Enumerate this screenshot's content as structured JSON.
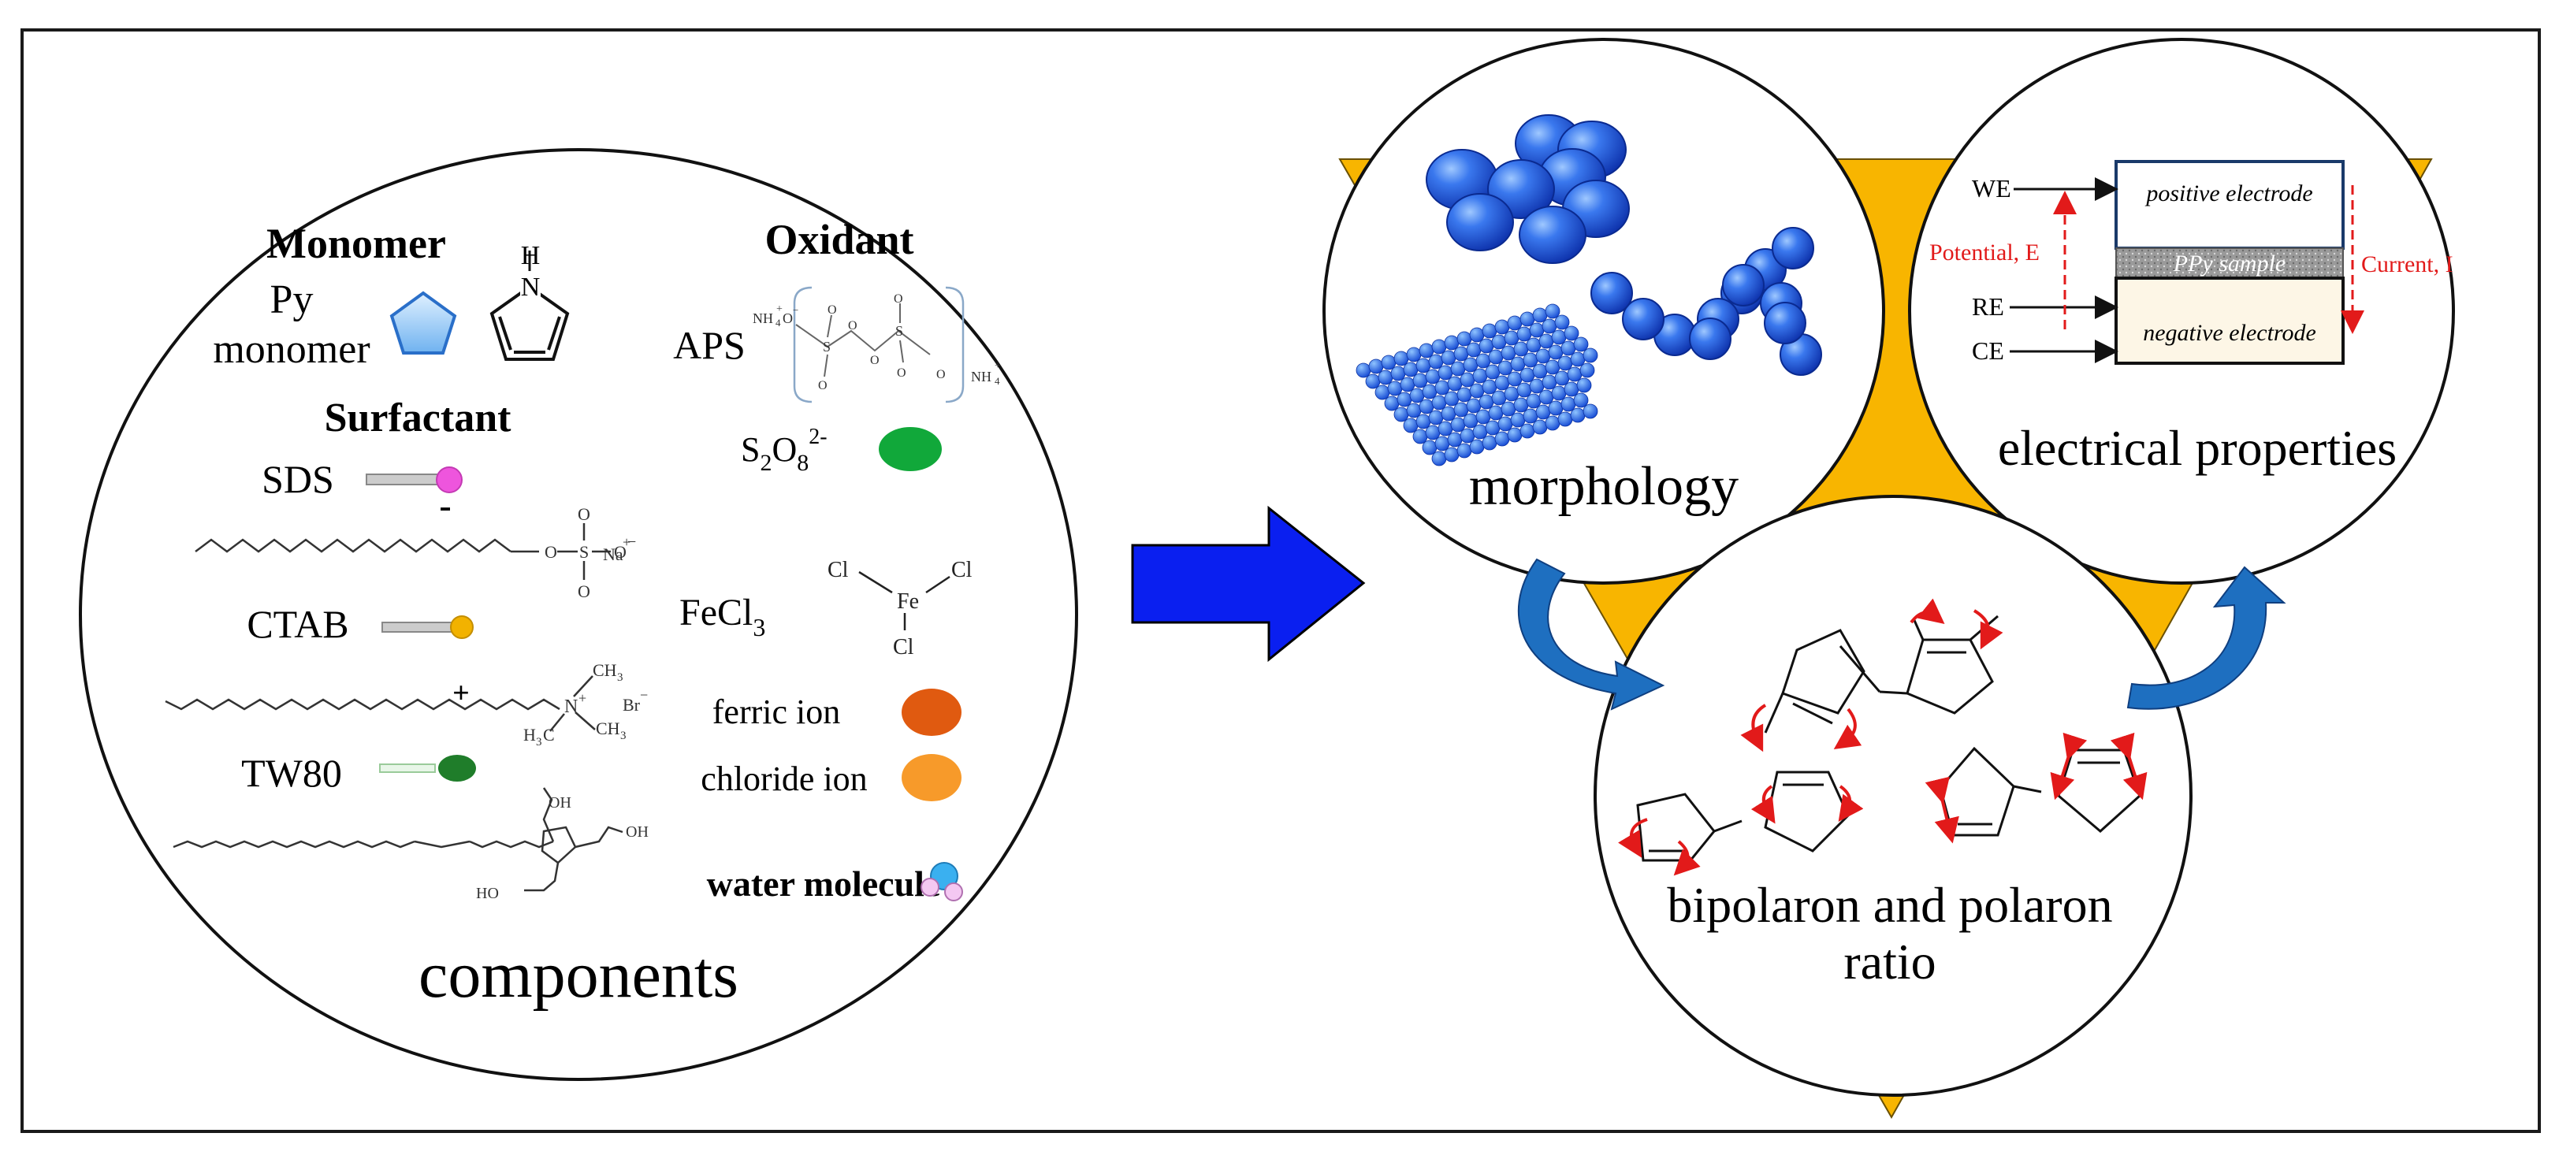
{
  "colors": {
    "frame": "#1a1a1a",
    "arrow_blue": "#0a1ff0",
    "triangle_gold": "#f8b500",
    "sphere_blue": "#1e4fd8",
    "sds_head": "#ee55dd",
    "ctab_head": "#f2b200",
    "tw80_head": "#1f7d2a",
    "persulfate": "#11a83a",
    "ferric": "#e05a10",
    "chloride": "#f79a2a",
    "red_annotation": "#e21a1a",
    "curved_arrow": "#1e6fc0"
  },
  "components": {
    "title": "components",
    "monomer": {
      "heading": "Monomer",
      "label_line1": "Py",
      "label_line2": "monomer",
      "nh": "H",
      "n": "N"
    },
    "surfactant": {
      "heading": "Surfactant",
      "sds": "SDS",
      "sds_charge": "-",
      "sds_na": "Na",
      "sds_plus": "+",
      "sds_minus": "−",
      "ctab": "CTAB",
      "ctab_charge": "+",
      "ctab_br": "Br",
      "ctab_ch3": "CH",
      "ctab_n": "N",
      "ctab_h3c": "H",
      "tw80": "TW80"
    },
    "oxidant": {
      "heading": "Oxidant",
      "aps": "APS",
      "nh4": "NH",
      "s2o8": "S",
      "s2o8_sub1": "2",
      "s2o8_mid": "O",
      "s2o8_sub2": "8",
      "s2o8_sup": "2-",
      "fecl3": "FeCl",
      "fecl3_sub": "3",
      "fe": "Fe",
      "cl": "Cl",
      "ferric_ion": "ferric ion",
      "chloride_ion": "chloride ion",
      "water_molecule": "water molecule"
    }
  },
  "morphology": {
    "title": "morphology"
  },
  "electrical": {
    "title": "electrical properties",
    "we": "WE",
    "re": "RE",
    "ce": "CE",
    "positive": "positive electrode",
    "sample": "PPy sample",
    "negative": "negative electrode",
    "potential": "Potential, E",
    "current": "Current, I"
  },
  "bipolaron": {
    "title_line1": "bipolaron and polaron",
    "title_line2": "ratio"
  }
}
